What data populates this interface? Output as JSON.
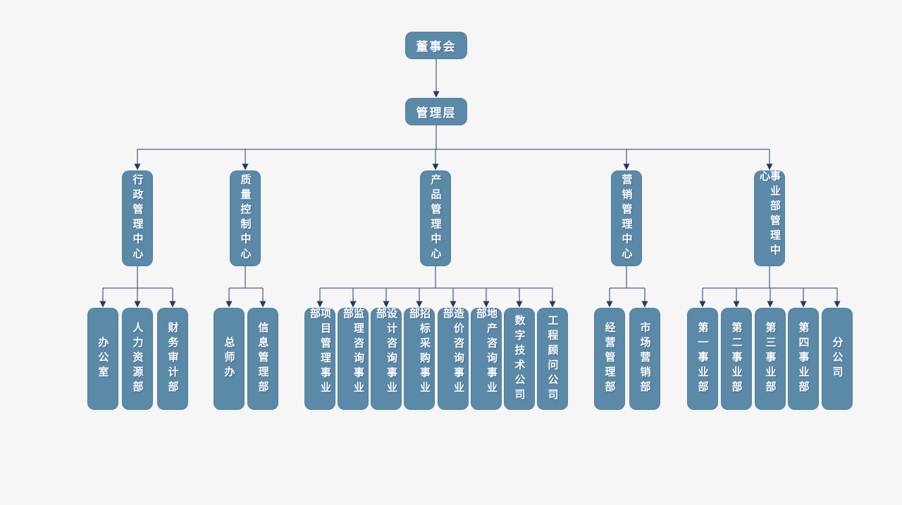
{
  "colors": {
    "background": "#f6f6f7",
    "node_fill": "#5b89a8",
    "node_text": "#ffffff",
    "connector": "#203a64"
  },
  "org_chart": {
    "root": {
      "label": "董事会"
    },
    "level2": {
      "label": "管理层"
    },
    "centers": [
      {
        "label": "行政管理中心",
        "children": [
          "办公室",
          "人力资源部",
          "财务审计部"
        ]
      },
      {
        "label": "质量控制中心",
        "children": [
          "总师办",
          "信息管理部"
        ]
      },
      {
        "label": "产品管理中心",
        "children": [
          "项目管理事业部",
          "监理咨询事业部",
          "设计咨询事业部",
          "招标采购事业部",
          "造价咨询事业部",
          "地产咨询事业部",
          "数字技术公司",
          "工程顾问公司"
        ]
      },
      {
        "label": "营销管理中心",
        "children": [
          "经营管理部",
          "市场营销部"
        ]
      },
      {
        "label": "事业部管理中心",
        "children": [
          "第一事业部",
          "第二事业部",
          "第三事业部",
          "第四事业部",
          "分公司"
        ]
      }
    ]
  }
}
